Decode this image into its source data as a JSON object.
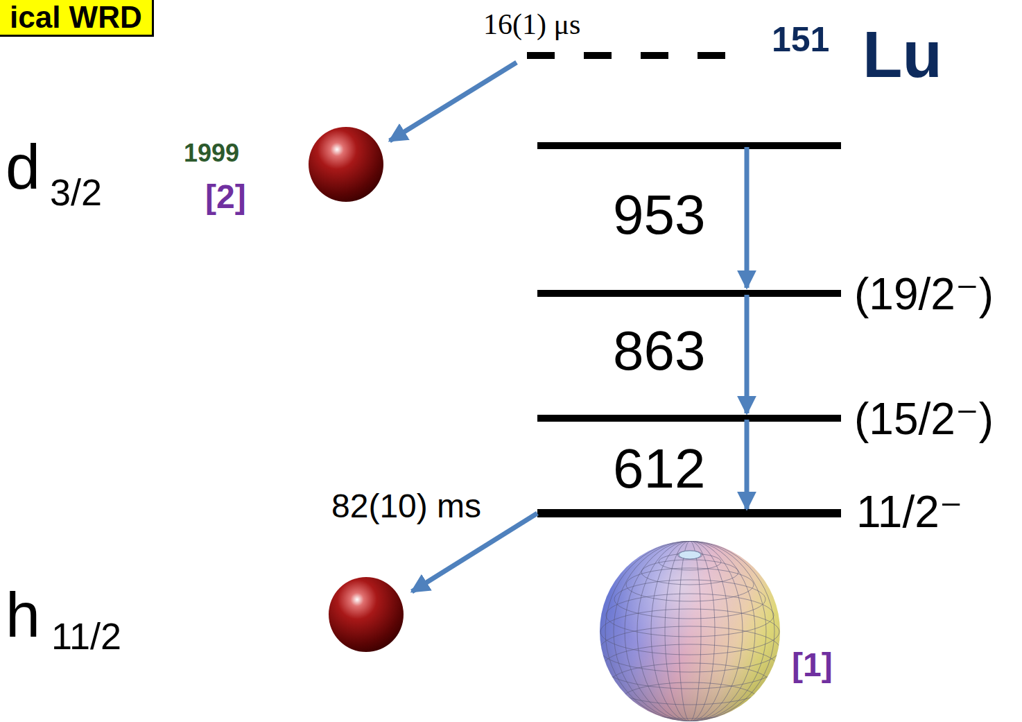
{
  "diagram": {
    "nodes": [
      {
        "text": [
          "ical WRD"
        ]
      }
    ],
    "labels": [
      "16(1) μs",
      "151",
      "Lu",
      "d",
      "3/2",
      "1999",
      "[2]",
      "953",
      "(19/2⁻)",
      "863",
      "(15/2⁻)",
      "612",
      "82(10) ms",
      "11/2⁻",
      "h",
      "11/2",
      "[1]"
    ]
  }
}
